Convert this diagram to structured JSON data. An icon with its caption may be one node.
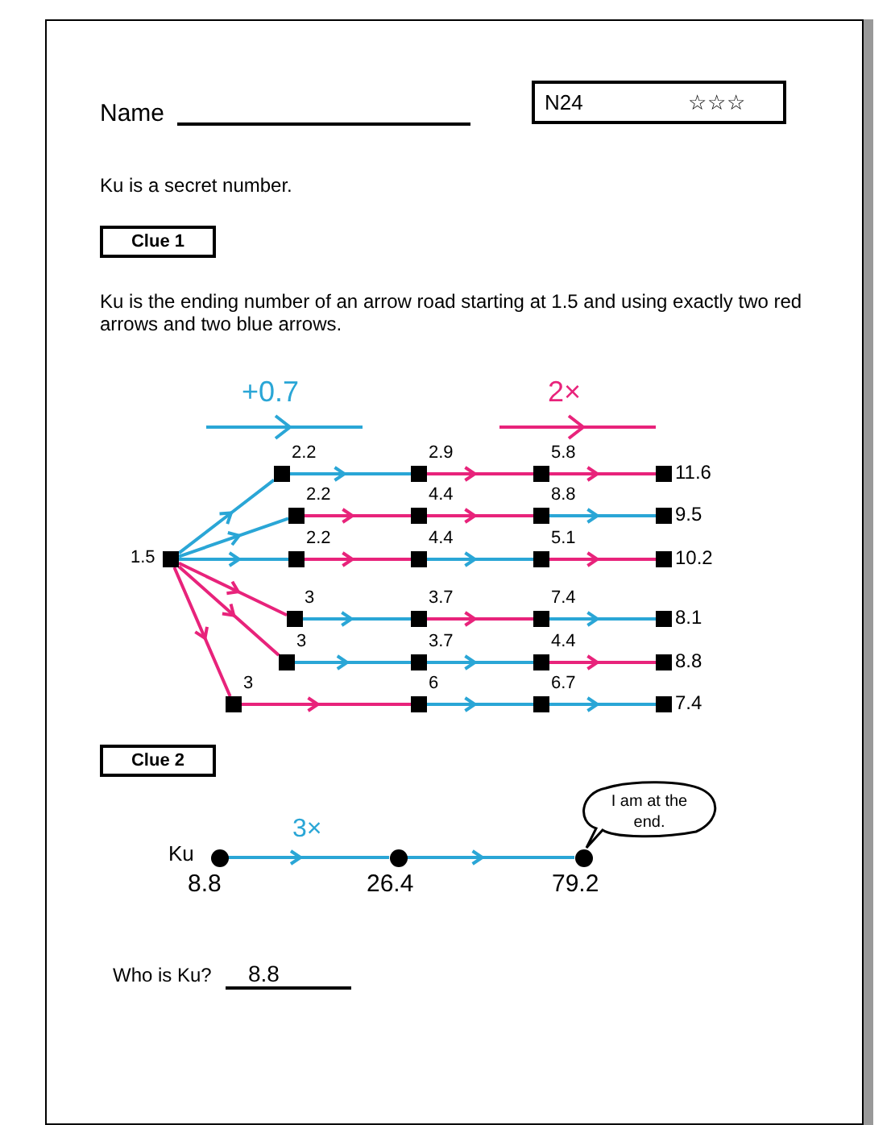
{
  "diagram": {
    "nodes": [
      {
        "text": [
          "N24",
          "☆☆☆"
        ]
      },
      {
        "text": [
          "Clue 1"
        ]
      },
      {
        "text": [],
        "shape": "box",
        "beside": [
          "1.5"
        ]
      },
      {
        "text": [],
        "shape": "box",
        "beside": [
          "2.2"
        ]
      },
      {
        "text": [],
        "shape": "box",
        "beside": [
          "2.9"
        ]
      },
      {
        "text": [],
        "shape": "box",
        "beside": [
          "5.8"
        ]
      },
      {
        "text": [],
        "shape": "box",
        "beside": [
          "11.6"
        ]
      },
      {
        "text": [],
        "shape": "box",
        "beside": [
          "2.2"
        ]
      },
      {
        "text": [],
        "shape": "box",
        "beside": [
          "4.4"
        ]
      },
      {
        "text": [],
        "shape": "box",
        "beside": [
          "8.8"
        ]
      },
      {
        "text": [],
        "shape": "box",
        "beside": [
          "9.5"
        ]
      },
      {
        "text": [],
        "shape": "box",
        "beside": [
          "2.2"
        ]
      },
      {
        "text": [],
        "shape": "box",
        "beside": [
          "4.4"
        ]
      },
      {
        "text": [],
        "shape": "box",
        "beside": [
          "5.1"
        ]
      },
      {
        "text": [],
        "shape": "box",
        "beside": [
          "10.2"
        ]
      },
      {
        "text": [],
        "shape": "box",
        "beside": [
          "3"
        ]
      },
      {
        "text": [],
        "shape": "box",
        "beside": [
          "3.7"
        ]
      },
      {
        "text": [],
        "shape": "box",
        "beside": [
          "7.4"
        ]
      },
      {
        "text": [],
        "shape": "box",
        "beside": [
          "8.1"
        ]
      },
      {
        "text": [],
        "shape": "box",
        "beside": [
          "3"
        ]
      },
      {
        "text": [],
        "shape": "box",
        "beside": [
          "3.7"
        ]
      },
      {
        "text": [],
        "shape": "box",
        "beside": [
          "4.4"
        ]
      },
      {
        "text": [],
        "shape": "box",
        "beside": [
          "8.8"
        ]
      },
      {
        "text": [],
        "shape": "box",
        "beside": [
          "3"
        ]
      },
      {
        "text": [],
        "shape": "box",
        "beside": [
          "6"
        ]
      },
      {
        "text": [],
        "shape": "box",
        "beside": [
          "6.7"
        ]
      },
      {
        "text": [],
        "shape": "box",
        "beside": [
          "7.4"
        ]
      },
      {
        "text": [
          "Clue 2"
        ]
      },
      {
        "text": [],
        "shape": "circle",
        "beside": [
          "Ku",
          "8.8"
        ]
      },
      {
        "text": [],
        "shape": "circle",
        "beside": [
          "26.4"
        ]
      },
      {
        "text": [],
        "shape": "circle",
        "beside": [
          "79.2"
        ]
      },
      {
        "text": [
          "I am at the end."
        ]
      }
    ],
    "edges": [
      {
        "from": 2,
        "to": 3,
        "arrow": "to",
        "color": "#2aa6d6"
      },
      {
        "from": 3,
        "to": 4,
        "arrow": "to",
        "color": "#2aa6d6"
      },
      {
        "from": 4,
        "to": 5,
        "arrow": "to",
        "color": "#e8237b"
      },
      {
        "from": 5,
        "to": 6,
        "arrow": "to",
        "color": "#e8237b"
      },
      {
        "from": 2,
        "to": 7,
        "arrow": "to",
        "color": "#2aa6d6"
      },
      {
        "from": 7,
        "to": 8,
        "arrow": "to",
        "color": "#e8237b"
      },
      {
        "from": 8,
        "to": 9,
        "arrow": "to",
        "color": "#e8237b"
      },
      {
        "from": 9,
        "to": 10,
        "arrow": "to",
        "color": "#2aa6d6"
      },
      {
        "from": 2,
        "to": 11,
        "arrow": "to",
        "color": "#2aa6d6"
      },
      {
        "from": 11,
        "to": 12,
        "arrow": "to",
        "color": "#e8237b"
      },
      {
        "from": 12,
        "to": 13,
        "arrow": "to",
        "color": "#2aa6d6"
      },
      {
        "from": 13,
        "to": 14,
        "arrow": "to",
        "color": "#e8237b"
      },
      {
        "from": 2,
        "to": 15,
        "arrow": "to",
        "color": "#e8237b"
      },
      {
        "from": 15,
        "to": 16,
        "arrow": "to",
        "color": "#2aa6d6"
      },
      {
        "from": 16,
        "to": 17,
        "arrow": "to",
        "color": "#e8237b"
      },
      {
        "from": 17,
        "to": 18,
        "arrow": "to",
        "color": "#2aa6d6"
      },
      {
        "from": 2,
        "to": 19,
        "arrow": "to",
        "color": "#e8237b"
      },
      {
        "from": 19,
        "to": 20,
        "arrow": "to",
        "color": "#2aa6d6"
      },
      {
        "from": 20,
        "to": 21,
        "arrow": "to",
        "color": "#2aa6d6"
      },
      {
        "from": 21,
        "to": 22,
        "arrow": "to",
        "color": "#e8237b"
      },
      {
        "from": 2,
        "to": 23,
        "arrow": "to",
        "color": "#e8237b"
      },
      {
        "from": 23,
        "to": 24,
        "arrow": "to",
        "color": "#e8237b"
      },
      {
        "from": 24,
        "to": 25,
        "arrow": "to",
        "color": "#2aa6d6"
      },
      {
        "from": 25,
        "to": 26,
        "arrow": "to",
        "color": "#2aa6d6"
      },
      {
        "from": 28,
        "to": 29,
        "arrow": "to",
        "label": "3×",
        "color": "#2aa6d6"
      },
      {
        "from": 29,
        "to": 30,
        "arrow": "to",
        "color": "#2aa6d6"
      }
    ],
    "labels": [
      "Name",
      "Ku is a secret number.",
      "Ku is the ending number of an arrow road starting at 1.5 and using exactly two red arrows and two blue arrows.",
      "Who is Ku?",
      "8.8"
    ],
    "legend": [
      {
        "text": "+0.7"
      },
      {
        "text": "2×"
      }
    ]
  }
}
